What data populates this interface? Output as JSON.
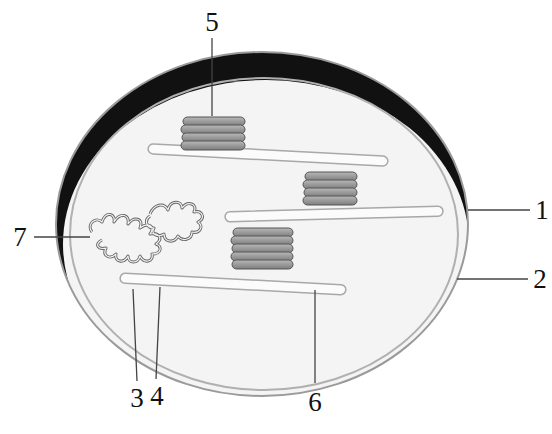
{
  "diagram": {
    "labels": [
      "5",
      "1",
      "7",
      "2",
      "3",
      "4",
      "6"
    ]
  }
}
